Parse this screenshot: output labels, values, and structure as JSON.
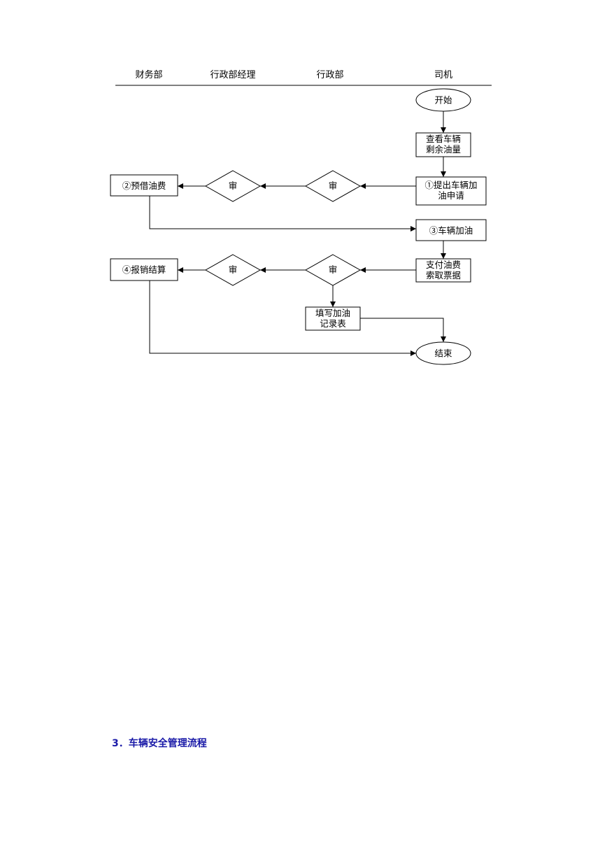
{
  "lanes": [
    "财务部",
    "行政部经理",
    "行政部",
    "司机"
  ],
  "nodes": {
    "start": "开始",
    "check_fuel_1": "查看车辆",
    "check_fuel_2": "剩余油量",
    "apply_1": "①提出车辆加",
    "apply_2": "油申请",
    "review_admin_1": "审",
    "review_manager_1": "审",
    "advance": "②预借油费",
    "refuel": "③车辆加油",
    "pay_1": "支付油费",
    "pay_2": "索取票据",
    "review_admin_2": "审",
    "review_manager_2": "审",
    "settle": "④报销结算",
    "record_1": "填写加油",
    "record_2": "记录表",
    "end": "结束"
  },
  "section_heading": "3．车辆安全管理流程"
}
